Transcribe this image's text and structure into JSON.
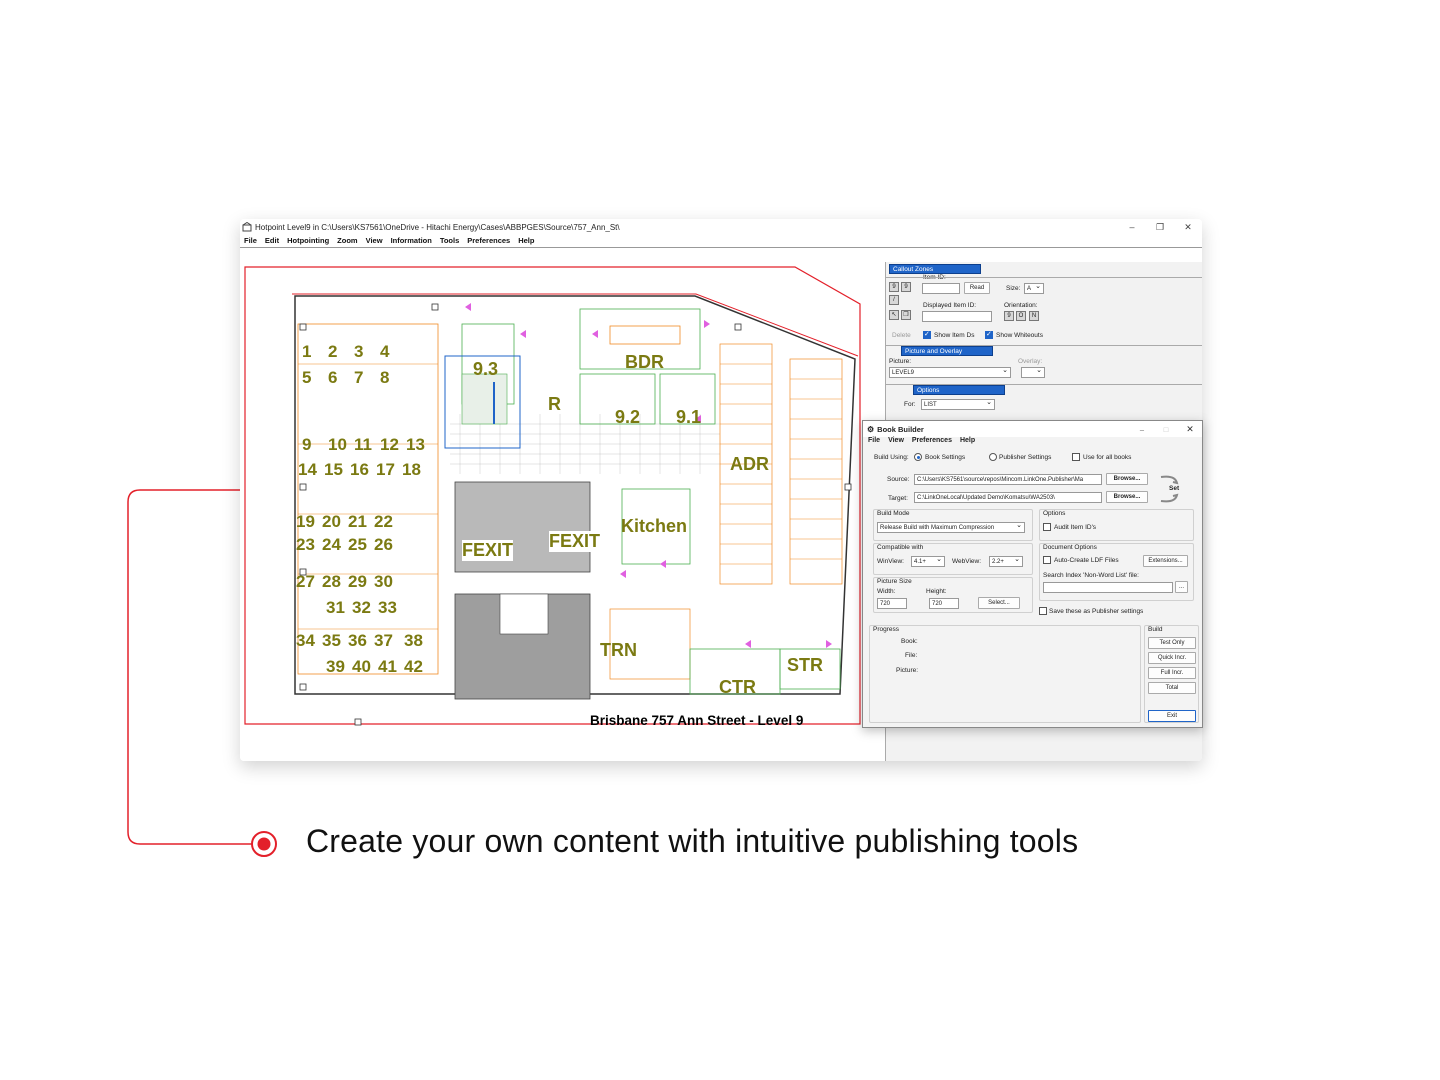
{
  "main_window": {
    "title": "Hotpoint Level9 in C:\\Users\\KS7561\\OneDrive - Hitachi Energy\\Cases\\ABBPGES\\Source\\757_Ann_St\\",
    "menu": [
      "File",
      "Edit",
      "Hotpointing",
      "Zoom",
      "View",
      "Information",
      "Tools",
      "Preferences",
      "Help"
    ],
    "controls": {
      "minimize": "–",
      "maximize": "❐",
      "close": "✕"
    }
  },
  "floor_plan": {
    "footer_label": "Brisbane 757 Ann Street - Level 9",
    "rooms": [
      {
        "label": "9.3"
      },
      {
        "label": "BDR"
      },
      {
        "label": "R"
      },
      {
        "label": "9.2"
      },
      {
        "label": "9.1"
      },
      {
        "label": "ADR"
      },
      {
        "label": "FEXIT"
      },
      {
        "label": "FEXIT"
      },
      {
        "label": "Kitchen"
      },
      {
        "label": "TRN"
      },
      {
        "label": "STR"
      },
      {
        "label": "CTR"
      }
    ],
    "desk_numbers": [
      "1",
      "2",
      "3",
      "4",
      "5",
      "6",
      "7",
      "8",
      "9",
      "10",
      "11",
      "12",
      "13",
      "14",
      "15",
      "16",
      "17",
      "18",
      "19",
      "20",
      "21",
      "22",
      "23",
      "24",
      "25",
      "26",
      "27",
      "28",
      "29",
      "30",
      "31",
      "32",
      "33",
      "34",
      "35",
      "36",
      "37",
      "38",
      "39",
      "40",
      "41",
      "42"
    ]
  },
  "callout_panel": {
    "callout_zones_header": "Callout Zones",
    "item_id_label": "Item ID:",
    "read_button": "Read",
    "size_label": "Size:",
    "size_value": "A",
    "displayed_item_id_label": "Displayed Item ID:",
    "orientation_label": "Orientation:",
    "delete_label": "Delete",
    "show_item_ds": "Show Item Ds",
    "show_whiteouts": "Show Whiteouts",
    "picture_overlay_header": "Picture and Overlay",
    "picture_label": "Picture:",
    "picture_value": "LEVEL9",
    "overlay_label": "Overlay:",
    "options_header": "Options",
    "for_label": "For:",
    "for_value": "LIST"
  },
  "book_builder": {
    "title": "Book Builder",
    "menu": [
      "File",
      "View",
      "Preferences",
      "Help"
    ],
    "build_using_label": "Build Using:",
    "book_settings": "Book Settings",
    "publisher_settings": "Publisher Settings",
    "use_for_all_books": "Use for all books",
    "source_label": "Source:",
    "source_value": "C:\\Users\\KS7561\\source\\repos\\Mincom.LinkOne.Publisher\\Ma",
    "target_label": "Target:",
    "target_value": "C:\\LinkOneLocal\\Updated Demo\\Komatsu\\WA2503\\",
    "browse_label": "Browse...",
    "set_label": "Set",
    "build_mode_label": "Build Mode",
    "build_mode_value": "Release Build with Maximum Compression",
    "options_label": "Options",
    "audit_item_ids": "Audit Item ID's",
    "compatible_with_label": "Compatible with",
    "winview_label": "WinView:",
    "winview_value": "4.1+",
    "webview_label": "WebView:",
    "webview_value": "2.2+",
    "document_options_label": "Document Options",
    "auto_create_ldf": "Auto-Create LDF Files",
    "extensions_label": "Extensions...",
    "search_index_label": "Search Index 'Non-Word List' file:",
    "ellipsis_label": "...",
    "picture_size_label": "Picture Size",
    "width_label": "Width:",
    "width_value": "720",
    "height_label": "Height:",
    "height_value": "720",
    "select_label": "Select...",
    "save_publisher": "Save these as Publisher settings",
    "progress_label": "Progress",
    "book_label": "Book:",
    "file_label": "File:",
    "picture_label": "Picture:",
    "build_label": "Build",
    "test_only": "Test Only",
    "quick_incr": "Quick Incr.",
    "full_incr": "Full Incr.",
    "total": "Total",
    "exit": "Exit"
  },
  "caption": "Create your own content with intuitive publishing tools",
  "colors": {
    "accent_red": "#e3202a",
    "room_label": "#7b7a12",
    "selection_blue": "#1f64c8",
    "furniture_orange": "#f08a24",
    "wall_green": "#4caf50"
  }
}
